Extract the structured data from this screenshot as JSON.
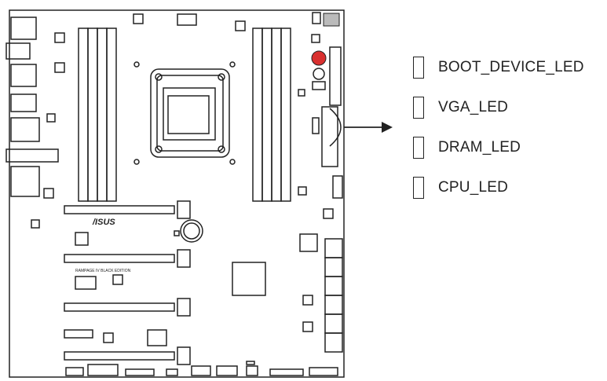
{
  "board": {
    "brand_logo": "/ISUS",
    "model_text": "RAMPAGE IV BLACK EDITION"
  },
  "legend": {
    "items": [
      {
        "label": "BOOT_DEVICE_LED"
      },
      {
        "label": "VGA_LED"
      },
      {
        "label": "DRAM_LED"
      },
      {
        "label": "CPU_LED"
      }
    ]
  },
  "colors": {
    "outline": "#222222",
    "board": "#ffffff",
    "reset_button": "#d9302f",
    "gray_chip": "#bbbbbb"
  },
  "icons": {
    "pointer": "arrow-right-icon"
  }
}
